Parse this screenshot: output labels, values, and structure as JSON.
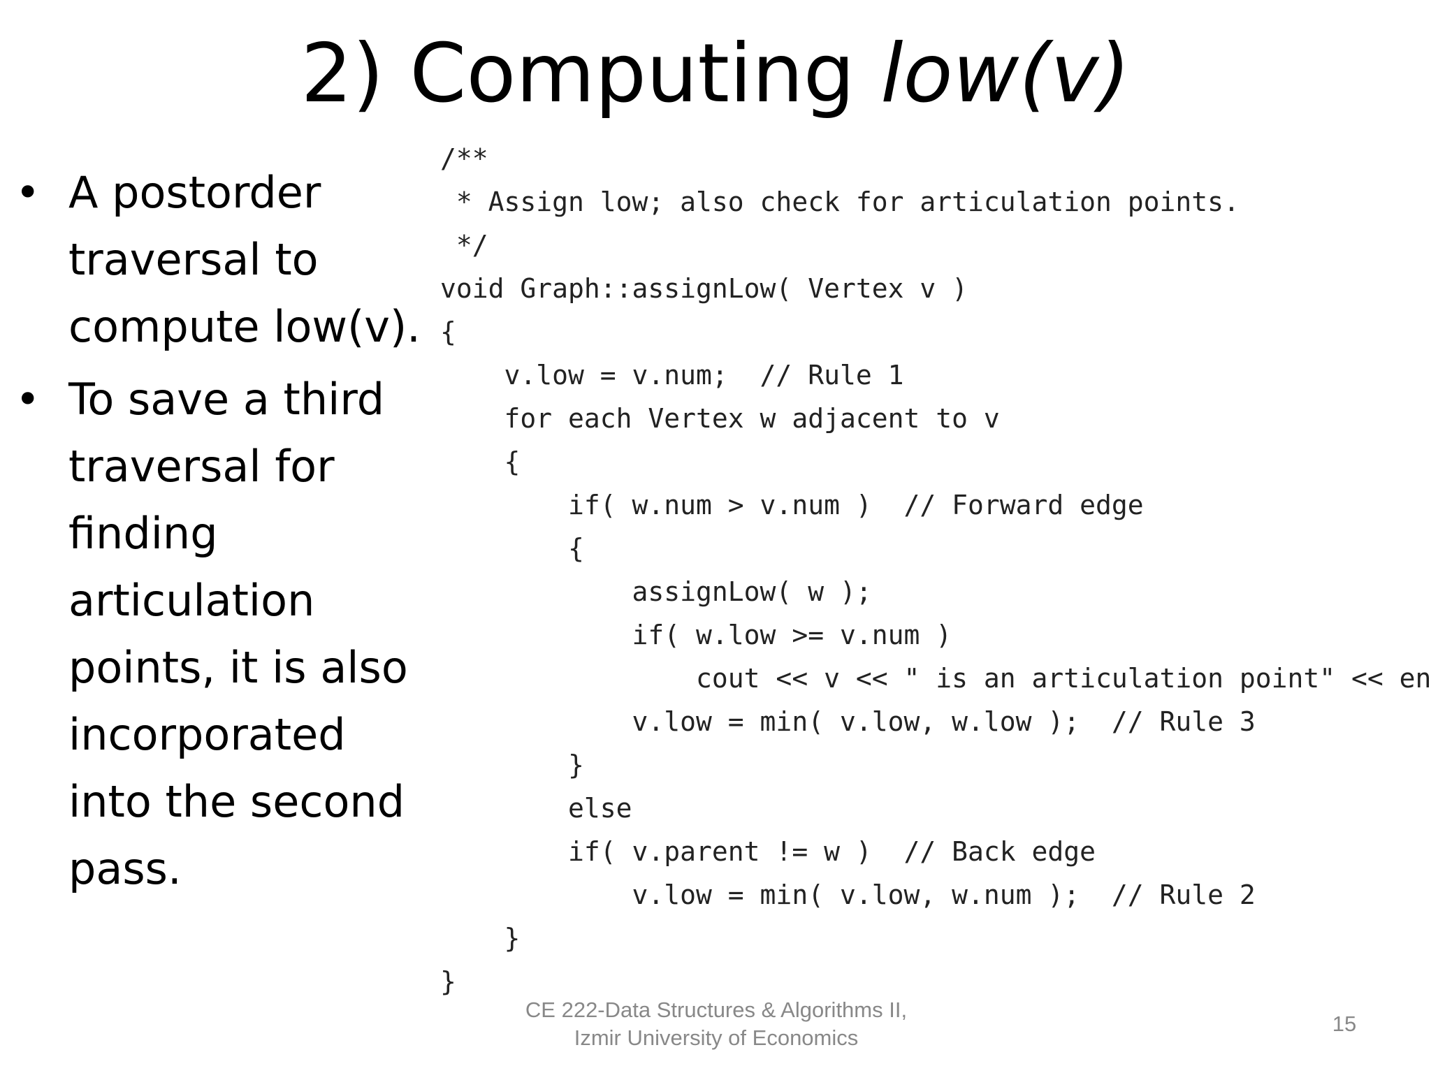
{
  "title": {
    "prefix": "2) Computing ",
    "italic": "low(v)"
  },
  "bullets": [
    {
      "symbol": "•",
      "text": "A postorder traversal to compute low(v)."
    },
    {
      "symbol": "•",
      "text": "To save a third traversal for finding articulation points, it is also incorporated into the second pass."
    }
  ],
  "code": {
    "lines": [
      "/**",
      " * Assign low; also check for articulation points.",
      " */",
      "void Graph::assignLow( Vertex v )",
      "{",
      "    v.low = v.num;  // Rule 1",
      "    for each Vertex w adjacent to v",
      "    {",
      "        if( w.num > v.num )  // Forward edge",
      "        {",
      "            assignLow( w );",
      "            if( w.low >= v.num )",
      "                cout << v << \" is an articulation point\" << endl;",
      "            v.low = min( v.low, w.low );  // Rule 3",
      "        }",
      "        else",
      "        if( v.parent != w )  // Back edge",
      "            v.low = min( v.low, w.num );  // Rule 2",
      "    }",
      "}"
    ]
  },
  "footer": {
    "line1": "CE 222-Data Structures & Algorithms II,",
    "line2": "Izmir University of Economics"
  },
  "page_number": "15"
}
